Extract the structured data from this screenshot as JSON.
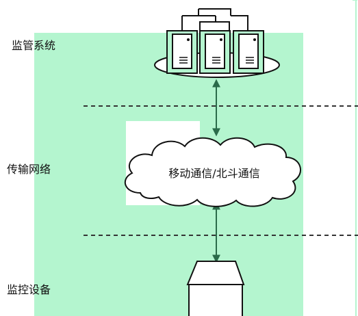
{
  "layers": {
    "monitoring_system": "监管系统",
    "transmission_network": "传输网络",
    "monitoring_device": "监控设备"
  },
  "network": {
    "label": "移动通信/北斗通信"
  },
  "colors": {
    "layer_band": "#b4f5cf",
    "stroke": "#111111",
    "connector": "#2a6b4a",
    "dashed_divider": "#333333"
  }
}
